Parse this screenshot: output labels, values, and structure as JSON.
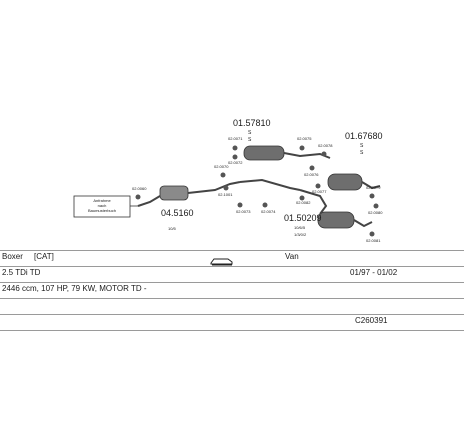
{
  "parts": {
    "main_left": "01.57810",
    "main_right": "01.67680",
    "front_pipe": "04.5160",
    "front_pipe_sub": "10/5",
    "rear_muffler": "01.50209",
    "rear_sub_1": "10/6/5",
    "rear_sub_2": "1/3/0/2",
    "qty_1": "S",
    "qty_2": "S",
    "qty_3": "S",
    "qty_4": "S",
    "label_box_1": "Anfrahme",
    "label_box_2": "nach",
    "label_box_3": "Baumusterbuch"
  },
  "small_codes": [
    "02.0060",
    "02.0070",
    "02.1001",
    "02.0071",
    "02.0072",
    "02.0073",
    "02.0074",
    "02.0075",
    "02.0076",
    "02.0077",
    "02.0078",
    "02.0079",
    "02.0080",
    "02.0081",
    "02.0082"
  ],
  "info": {
    "model": "Boxer",
    "cat": "[CAT]",
    "body": "Van",
    "engine": "2.5 TDi TD",
    "years": "01/97 - 01/02",
    "spec": "2446 ccm, 107 HP, 79 KW, MOTOR TD -",
    "code": "C260391"
  }
}
